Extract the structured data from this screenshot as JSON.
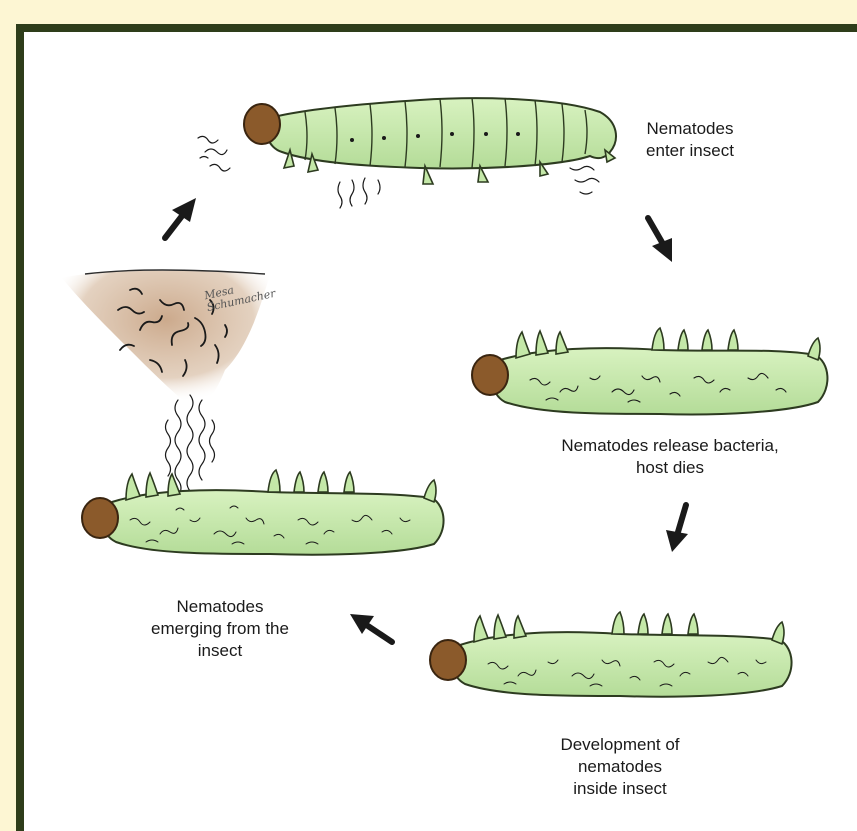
{
  "colors": {
    "background": "#fdf6d3",
    "frame": "#2e3d1a",
    "panel": "#ffffff",
    "larva_body": "#c4e8a8",
    "larva_outline": "#2d3b20",
    "larva_head": "#8b5a2b",
    "soil": "#c9a586",
    "nematode": "#1a1a1a",
    "arrow": "#1a1a1a"
  },
  "stages": [
    {
      "id": "enter",
      "lines": [
        "Nematodes",
        "enter insect"
      ]
    },
    {
      "id": "release",
      "lines": [
        "Nematodes release bacteria,",
        "host dies"
      ]
    },
    {
      "id": "development",
      "lines": [
        "Development of",
        "nematodes",
        "inside insect"
      ]
    },
    {
      "id": "emerging",
      "lines": [
        "Nematodes",
        "emerging from the",
        "insect"
      ]
    }
  ],
  "signature": [
    "Mesa",
    "Schumacher"
  ]
}
